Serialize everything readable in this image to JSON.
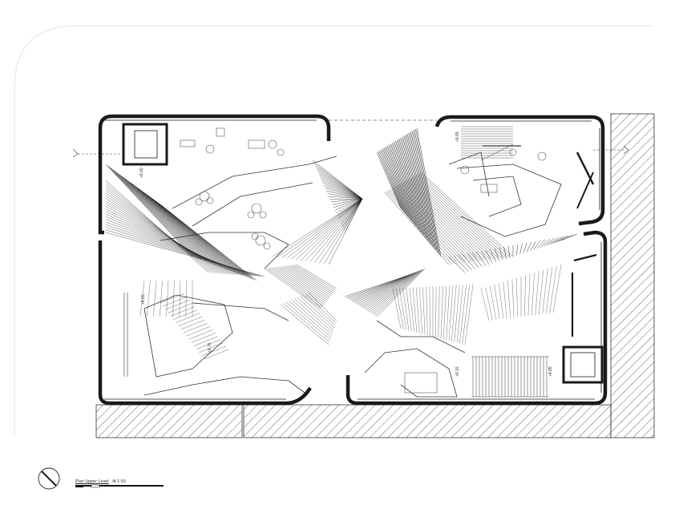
{
  "drawing": {
    "caption_title": "Plan Upper Level",
    "caption_scale": "M 1:50",
    "level_labels": [
      "+8.00",
      "+8.65",
      "+8.65",
      "+8.75",
      "+8.15",
      "+8.85"
    ]
  },
  "colors": {
    "line": "#1a1a1a",
    "hatch": "#555555",
    "paper": "#ffffff"
  }
}
